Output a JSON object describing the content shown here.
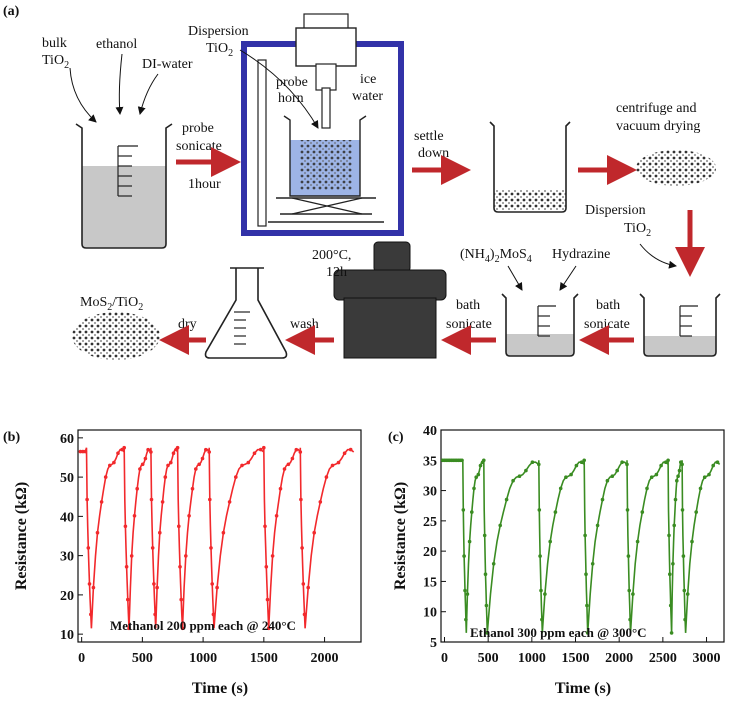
{
  "panel_a": {
    "label": "(a)",
    "bulk_line1": "bulk",
    "bulk_line2": "TiO",
    "bulk_sub": "2",
    "ethanol": "ethanol",
    "di_water": "DI-water",
    "probe_sonicate_1": "probe",
    "probe_sonicate_2": "sonicate",
    "one_hour": "1hour",
    "dispersion_top_1": "Dispersion",
    "dispersion_top_2": "TiO",
    "dispersion_top_sub": "2",
    "probe_horn_1": "probe",
    "probe_horn_2": "horn",
    "ice_water_1": "ice",
    "ice_water_2": "water",
    "settle_down_1": "settle",
    "settle_down_2": "down",
    "centrifuge_1": "centrifuge and",
    "centrifuge_2": "vacuum drying",
    "dispersion_right_1": "Dispersion",
    "dispersion_right_2": "TiO",
    "dispersion_right_sub": "2",
    "bath_sonicate_right_1": "bath",
    "bath_sonicate_right_2": "sonicate",
    "nh4_main": "(NH",
    "nh4_sub1": "4",
    "nh4_mid": ")",
    "nh4_sub2": "2",
    "nh4_end": "MoS",
    "nh4_sub3": "4",
    "hydrazine": "Hydrazine",
    "bath_sonicate_left_1": "bath",
    "bath_sonicate_left_2": "sonicate",
    "temp_1": "200°C,",
    "temp_2": "12h",
    "wash": "wash",
    "dry": "dry",
    "mos2_main": "MoS",
    "mos2_sub": "2",
    "mos2_mid": "/TiO",
    "mos2_sub2": "2",
    "colors": {
      "arrow": "#c0282c",
      "furnace_frame": "#3232a8",
      "liquid": "#c8c8c8",
      "ice_water": "#9db4e6"
    }
  },
  "chart_data": [
    {
      "panel_label": "(b)",
      "type": "line",
      "color": "#f2292c",
      "xlabel": "Time (s)",
      "ylabel": "Resistance (kΩ)",
      "annotation": "Methanol 200 ppm each @ 240°C",
      "xlim": [
        -30,
        2300
      ],
      "ylim": [
        8,
        62
      ],
      "xticks": [
        "0",
        "500",
        "1000",
        "1500",
        "2000"
      ],
      "yticks": [
        "10",
        "20",
        "30",
        "40",
        "50",
        "60"
      ],
      "cycles": [
        {
          "on": 40,
          "min_t": 80,
          "rise": 190,
          "top_t": 300,
          "off": 350
        },
        {
          "on": 350,
          "min_t": 390,
          "rise": 420,
          "top_t": 540,
          "off": 570
        },
        {
          "on": 570,
          "min_t": 610,
          "rise": 640,
          "top_t": 760,
          "off": 790
        },
        {
          "on": 790,
          "min_t": 830,
          "rise": 880,
          "top_t": 1000,
          "off": 1050
        },
        {
          "on": 1050,
          "min_t": 1090,
          "rise": 1130,
          "top_t": 1440,
          "off": 1500
        },
        {
          "on": 1500,
          "min_t": 1540,
          "rise": 1580,
          "top_t": 1750,
          "off": 1800
        },
        {
          "on": 1800,
          "min_t": 1840,
          "rise": 2060,
          "top_t": 2230,
          "off": 2240
        }
      ],
      "baseline_start": 56.5,
      "high": 57.5,
      "low": 11.5
    },
    {
      "panel_label": "(c)",
      "type": "line",
      "color": "#3a8c22",
      "xlabel": "Time (s)",
      "ylabel": "Resistance (kΩ)",
      "annotation": "Ethanol 300 ppm each @ 300°C",
      "xlim": [
        -40,
        3200
      ],
      "ylim": [
        5,
        40
      ],
      "xticks": [
        "0",
        "500",
        "1000",
        "1500",
        "2000",
        "2500",
        "3000"
      ],
      "yticks": [
        "5",
        "10",
        "15",
        "20",
        "25",
        "30",
        "35",
        "40"
      ],
      "cycles": [
        {
          "on": 210,
          "min_t": 250,
          "rise": 350,
          "top_t": 420,
          "off": 450
        },
        {
          "on": 450,
          "min_t": 490,
          "rise": 660,
          "top_t": 1050,
          "off": 1080
        },
        {
          "on": 1080,
          "min_t": 1120,
          "rise": 1280,
          "top_t": 1560,
          "off": 1600
        },
        {
          "on": 1600,
          "min_t": 1640,
          "rise": 1820,
          "top_t": 2050,
          "off": 2090
        },
        {
          "on": 2090,
          "min_t": 2130,
          "rise": 2260,
          "top_t": 2520,
          "off": 2560
        },
        {
          "on": 2560,
          "min_t": 2600,
          "rise": 2720,
          "top_t": 2680,
          "off": 2720
        },
        {
          "on": 2720,
          "min_t": 2760,
          "rise": 2850,
          "top_t": 3140,
          "off": 3150
        }
      ],
      "baseline_start": 35,
      "high": 35,
      "low": 6.5
    }
  ]
}
